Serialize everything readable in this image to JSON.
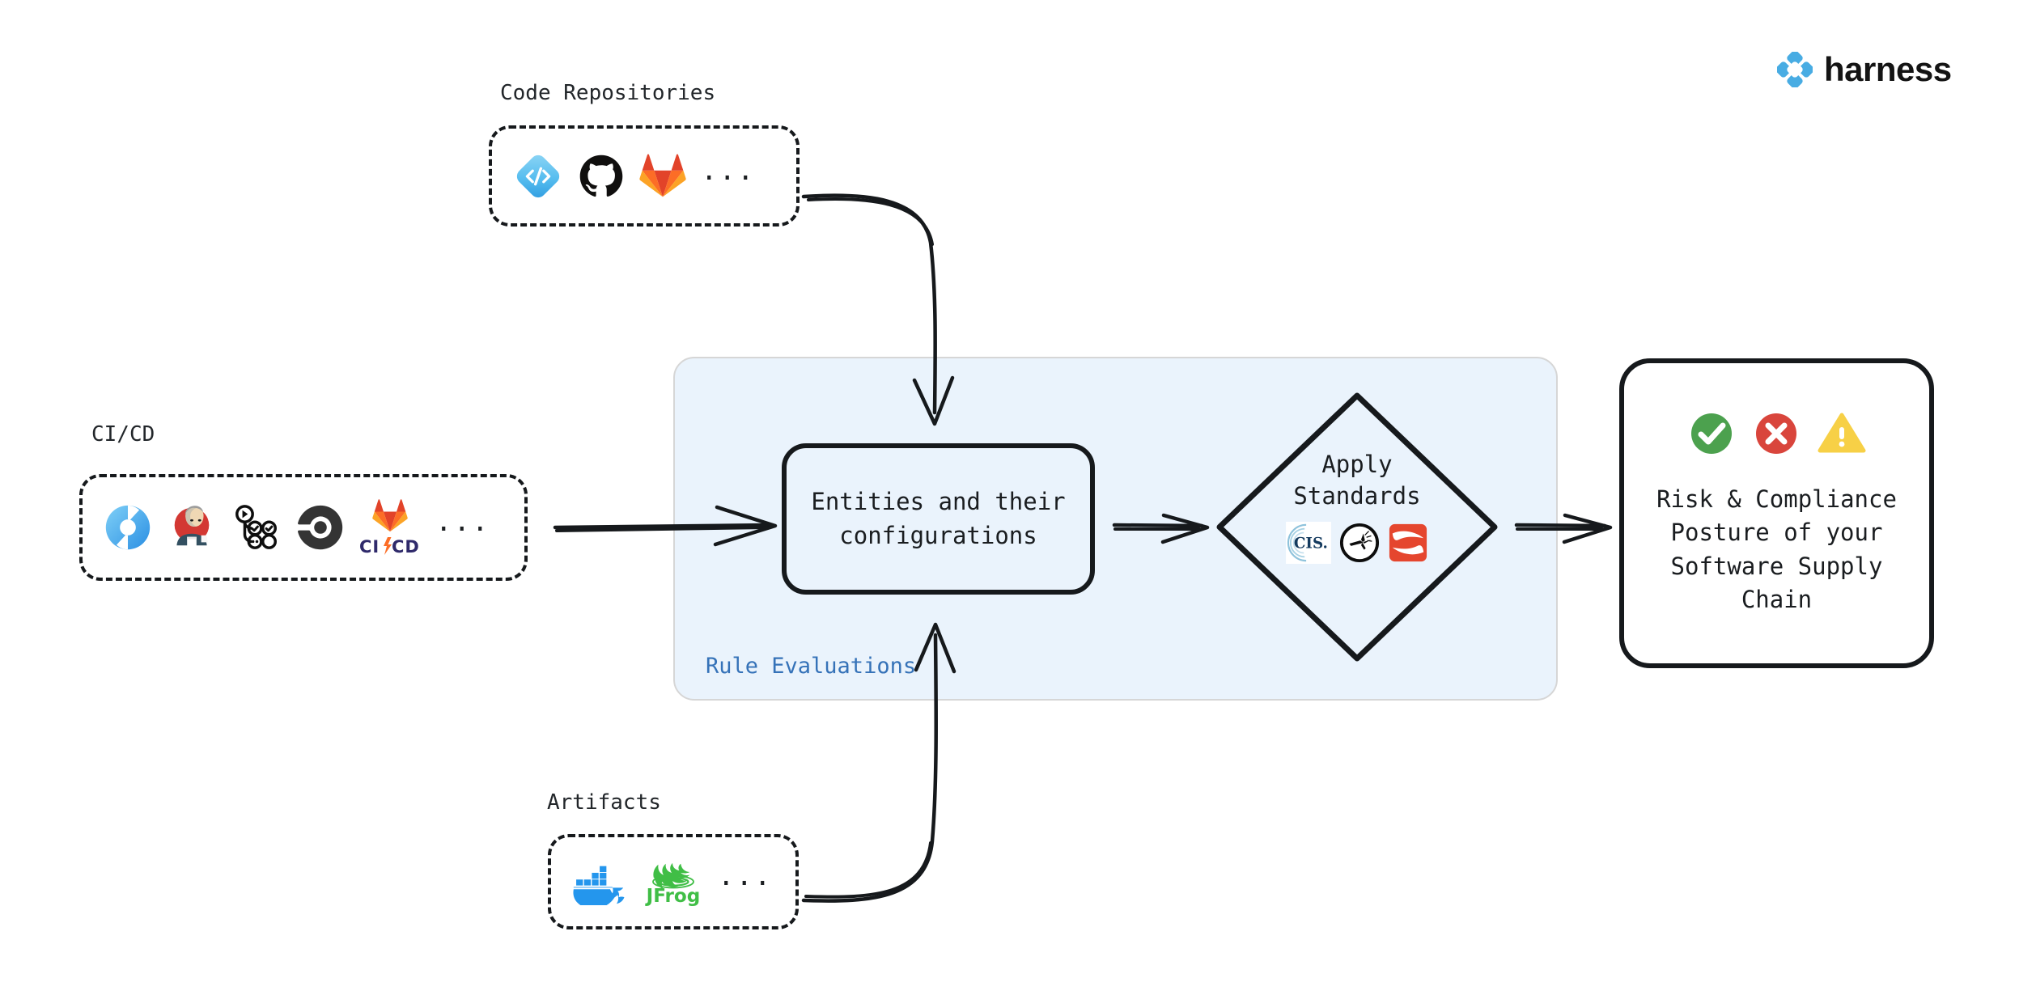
{
  "brand": {
    "name": "harness",
    "logo_icon": "harness-diamond-icon",
    "accent_color": "#48ACE3"
  },
  "groups": [
    {
      "id": "code-repositories",
      "label": "Code Repositories",
      "ellipsis": "...",
      "icons": [
        {
          "name": "harness-code-icon",
          "title": "Harness Code"
        },
        {
          "name": "github-icon",
          "title": "GitHub"
        },
        {
          "name": "gitlab-icon",
          "title": "GitLab"
        }
      ]
    },
    {
      "id": "ci-cd",
      "label": "CI/CD",
      "ellipsis": "...",
      "icons": [
        {
          "name": "drone-ci-icon",
          "title": "Drone CI"
        },
        {
          "name": "jenkins-icon",
          "title": "Jenkins"
        },
        {
          "name": "github-actions-icon",
          "title": "GitHub Actions"
        },
        {
          "name": "circleci-icon",
          "title": "CircleCI"
        },
        {
          "name": "gitlab-cicd-icon",
          "title": "GitLab CI/CD",
          "text": "CI/CD"
        }
      ]
    },
    {
      "id": "artifacts",
      "label": "Artifacts",
      "ellipsis": "...",
      "icons": [
        {
          "name": "docker-icon",
          "title": "Docker"
        },
        {
          "name": "jfrog-icon",
          "title": "JFrog",
          "text": "JFrog"
        }
      ]
    }
  ],
  "panel": {
    "label": "Rule Evaluations",
    "label_color": "#3572b8",
    "fill_color": "#eaf3fc",
    "border_color": "#d6d6d6"
  },
  "entities": {
    "text": "Entities and their\nconfigurations"
  },
  "standards": {
    "text": "Apply\nStandards",
    "icons": [
      {
        "name": "cis-icon",
        "title": "CIS",
        "text": "CIS."
      },
      {
        "name": "owasp-icon",
        "title": "OWASP"
      },
      {
        "name": "slsa-icon",
        "title": "SLSA"
      }
    ]
  },
  "outcome": {
    "text": "Risk & Compliance\nPosture of your\nSoftware Supply\nChain",
    "status_icons": [
      {
        "name": "check-circle-icon",
        "title": "Pass",
        "color": "#4CA14E"
      },
      {
        "name": "cross-circle-icon",
        "title": "Fail",
        "color": "#D9453C"
      },
      {
        "name": "warning-triangle-icon",
        "title": "Warning",
        "color": "#F7D046"
      }
    ]
  },
  "connectors": [
    {
      "name": "code-repos-to-entities-arrow",
      "from": "code-repositories",
      "to": "entities"
    },
    {
      "name": "cicd-to-entities-arrow",
      "from": "ci-cd",
      "to": "entities"
    },
    {
      "name": "artifacts-to-entities-arrow",
      "from": "artifacts",
      "to": "entities"
    },
    {
      "name": "entities-to-standards-arrow",
      "from": "entities",
      "to": "standards"
    },
    {
      "name": "standards-to-outcome-arrow",
      "from": "standards",
      "to": "outcome"
    }
  ]
}
